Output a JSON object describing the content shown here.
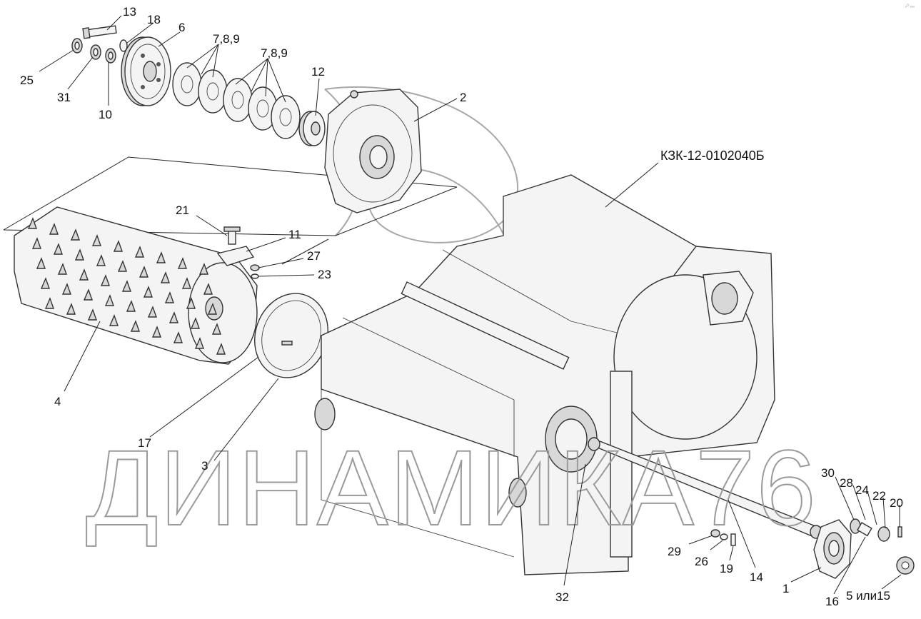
{
  "assembly_code": "КЗК-12-0102040Б",
  "watermark": "ДИНАМИКА76",
  "corner_mark": "ₒᴰ ₑₒₒ",
  "callouts": [
    {
      "id": "13",
      "text": "13"
    },
    {
      "id": "18",
      "text": "18"
    },
    {
      "id": "6",
      "text": "6"
    },
    {
      "id": "789a",
      "text": "7,8,9"
    },
    {
      "id": "789b",
      "text": "7,8,9"
    },
    {
      "id": "25",
      "text": "25"
    },
    {
      "id": "31",
      "text": "31"
    },
    {
      "id": "10",
      "text": "10"
    },
    {
      "id": "12",
      "text": "12"
    },
    {
      "id": "2",
      "text": "2"
    },
    {
      "id": "21",
      "text": "21"
    },
    {
      "id": "11",
      "text": "11"
    },
    {
      "id": "27",
      "text": "27"
    },
    {
      "id": "23",
      "text": "23"
    },
    {
      "id": "4",
      "text": "4"
    },
    {
      "id": "17",
      "text": "17"
    },
    {
      "id": "3",
      "text": "3"
    },
    {
      "id": "30",
      "text": "30"
    },
    {
      "id": "28",
      "text": "28"
    },
    {
      "id": "24",
      "text": "24"
    },
    {
      "id": "22",
      "text": "22"
    },
    {
      "id": "20",
      "text": "20"
    },
    {
      "id": "29",
      "text": "29"
    },
    {
      "id": "26",
      "text": "26"
    },
    {
      "id": "19",
      "text": "19"
    },
    {
      "id": "14",
      "text": "14"
    },
    {
      "id": "1",
      "text": "1"
    },
    {
      "id": "32",
      "text": "32"
    },
    {
      "id": "16",
      "text": "16"
    },
    {
      "id": "515",
      "text": "5 или15"
    }
  ]
}
